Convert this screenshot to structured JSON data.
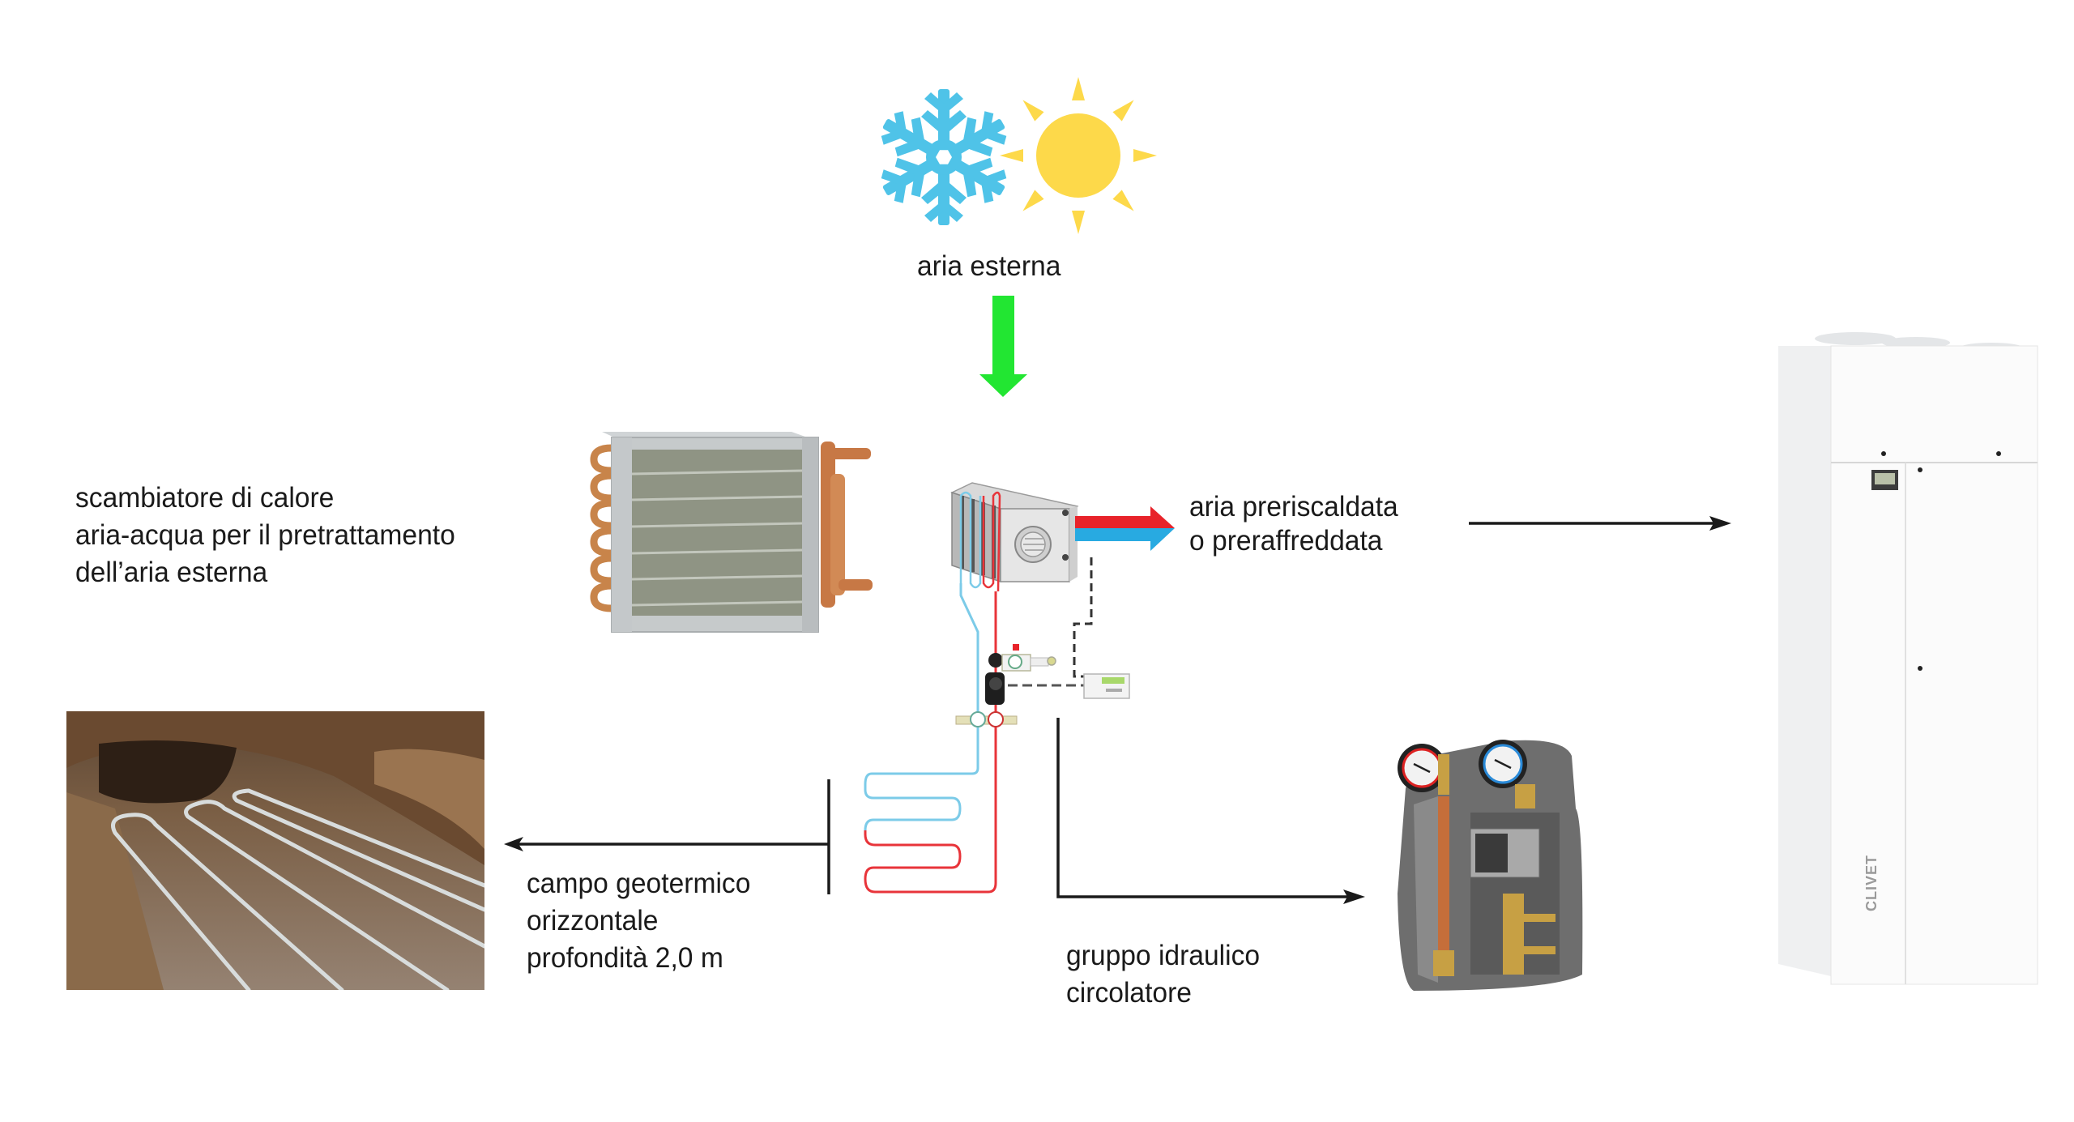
{
  "diagram": {
    "title_icons": {
      "cold": "snowflake-icon",
      "hot": "sun-icon"
    },
    "outdoor_air_label": "aria esterna",
    "heat_exchanger_caption": [
      "scambiatore di calore",
      "aria-acqua per il pretrattamento",
      "dell’aria esterna"
    ],
    "treated_air_caption": [
      "aria preriscaldata",
      "o preraffreddata"
    ],
    "geothermal_caption": [
      "campo geotermico",
      "orizzontale",
      "profondità 2,0 m"
    ],
    "pump_group_caption": [
      "gruppo idraulico",
      "circolatore"
    ],
    "heat_pump_brand": "CLIVET",
    "colors": {
      "snowflake": "#4fc3e8",
      "sun": "#fdd94a",
      "green_arrow": "#22e632",
      "hot_pipe": "#e8232a",
      "cold_pipe": "#28aae1",
      "connector": "#1a1a1a"
    }
  }
}
